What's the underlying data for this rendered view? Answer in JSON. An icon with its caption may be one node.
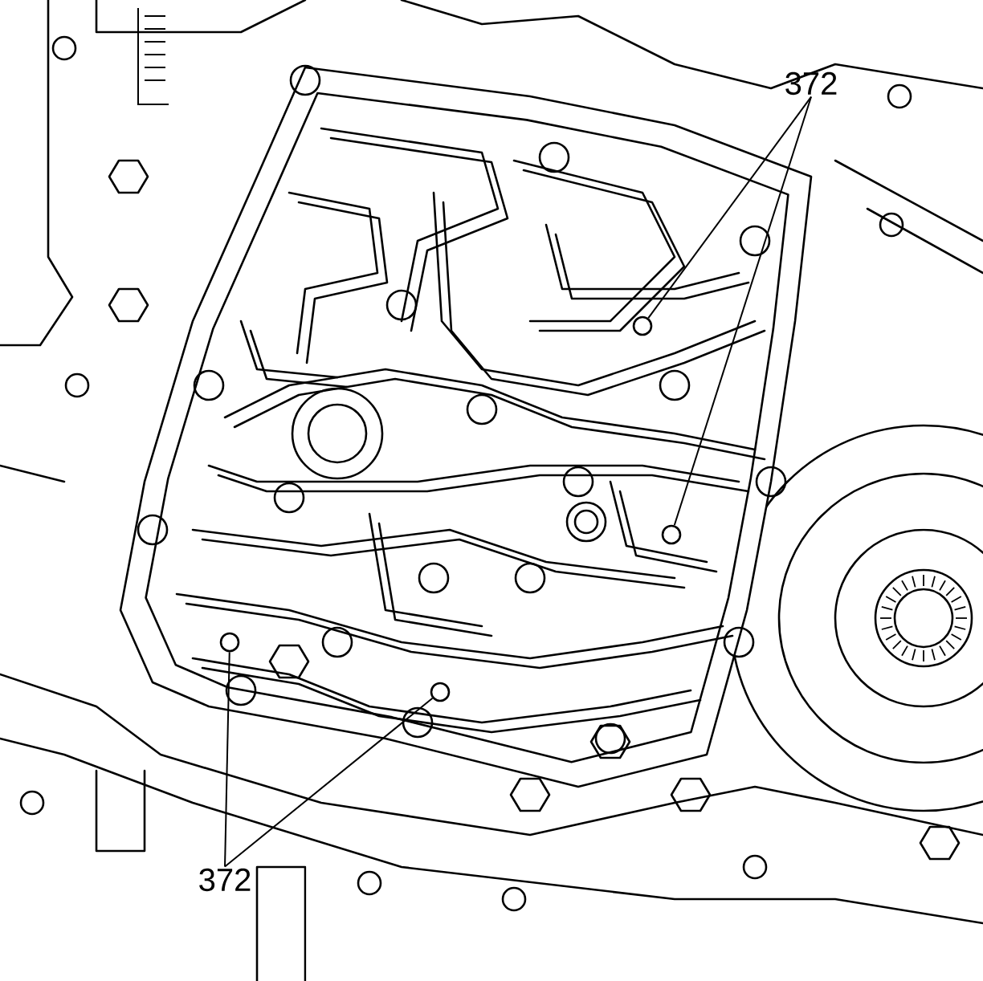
{
  "diagram": {
    "nodes": [
      {
        "text": [
          "372"
        ]
      },
      {
        "text": [],
        "shape": "circle"
      },
      {
        "text": [],
        "shape": "circle"
      },
      {
        "text": [
          "372"
        ]
      },
      {
        "text": [],
        "shape": "circle"
      },
      {
        "text": [],
        "shape": "circle"
      }
    ],
    "edges": [
      {
        "from": 0,
        "to": 1,
        "arrow": "none"
      },
      {
        "from": 0,
        "to": 2,
        "arrow": "none"
      },
      {
        "from": 3,
        "to": 4,
        "arrow": "none"
      },
      {
        "from": 3,
        "to": 5,
        "arrow": "none"
      }
    ]
  }
}
